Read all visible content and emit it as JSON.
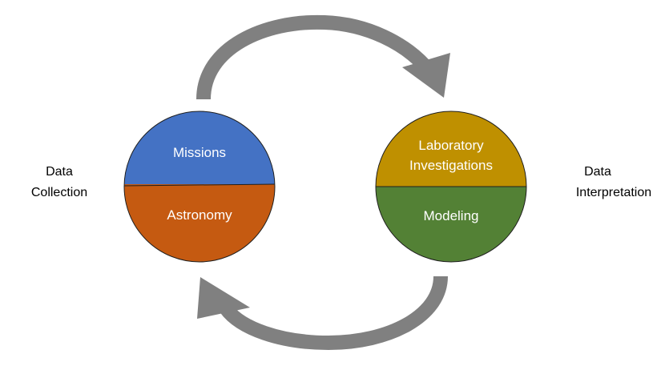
{
  "left_label": {
    "line1": "Data",
    "line2": "Collection"
  },
  "right_label": {
    "line1": "Data",
    "line2": "Interpretation"
  },
  "left_circle": {
    "top_label": "Missions",
    "bottom_label": "Astronomy",
    "top_color": "#4472c4",
    "bottom_color": "#c55a11"
  },
  "right_circle": {
    "top_label_line1": "Laboratory",
    "top_label_line2": "Investigations",
    "bottom_label": "Modeling",
    "top_color": "#bf9000",
    "bottom_color": "#538135"
  },
  "arrow_color": "#808080",
  "circle_outline_color": "#1f1f1f"
}
